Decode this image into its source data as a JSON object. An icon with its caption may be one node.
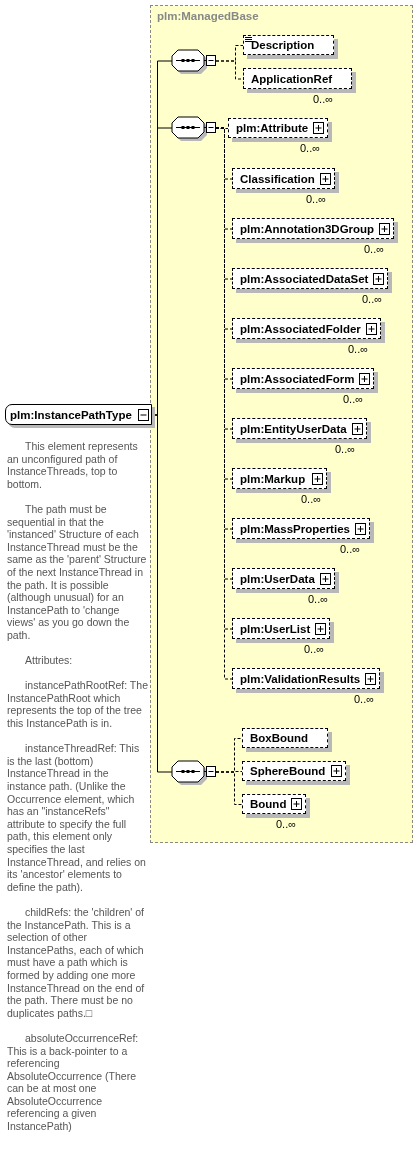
{
  "diagram": {
    "nodes": [
      {
        "text": [
          "plm:InstancePathType"
        ],
        "beside": [
          "This element represents an unconfigured path of InstanceThreads, top to bottom.",
          "The path must be sequential in that the 'instanced' Structure of each InstanceThread must be the same as the 'parent' Structure of the next InstanceThread in the path. It is possible (although unusual) for an InstancePath to 'change views' as you go down the path.",
          "Attributes:",
          "instancePathRootRef: The InstancePathRoot which represents the top of the tree this InstancePath is in.",
          "instanceThreadRef: This is the last (bottom) InstanceThread in the instance path. (Unlike the Occurrence element, which has an \"instanceRefs\" attribute to specify the full path, this element only specifies the last InstanceThread, and relies on its 'ancestor' elements to define the path).",
          "childRefs: the 'children' of the InstancePath. This is a selection of other InstancePaths, each of which must have a path which is formed by adding one more InstanceThread on the end of the path. There must be no duplicates paths.□",
          "absoluteOccurrenceRef: This is a back-pointer to a referencing AbsoluteOccurrence (There can be at most one AbsoluteOccurrence referencing a given InstancePath)"
        ]
      },
      {
        "text": [
          "plm:ManagedBase"
        ]
      },
      {
        "text": [],
        "shape": "octagon",
        "in": 1
      },
      {
        "text": [
          "Description"
        ],
        "in": 1
      },
      {
        "text": [
          "ApplicationRef"
        ],
        "in": 1,
        "beside": [
          "0..∞"
        ]
      },
      {
        "text": [],
        "shape": "octagon",
        "in": 1
      },
      {
        "text": [
          "plm:Attribute"
        ],
        "in": 1,
        "beside": [
          "0..∞"
        ]
      },
      {
        "text": [
          "Classification"
        ],
        "in": 1,
        "beside": [
          "0..∞"
        ]
      },
      {
        "text": [
          "plm:Annotation3DGroup"
        ],
        "in": 1,
        "beside": [
          "0..∞"
        ]
      },
      {
        "text": [
          "plm:AssociatedDataSet"
        ],
        "in": 1,
        "beside": [
          "0..∞"
        ]
      },
      {
        "text": [
          "plm:AssociatedFolder"
        ],
        "in": 1,
        "beside": [
          "0..∞"
        ]
      },
      {
        "text": [
          "plm:AssociatedForm"
        ],
        "in": 1,
        "beside": [
          "0..∞"
        ]
      },
      {
        "text": [
          "plm:EntityUserData"
        ],
        "in": 1,
        "beside": [
          "0..∞"
        ]
      },
      {
        "text": [
          "plm:Markup"
        ],
        "in": 1,
        "beside": [
          "0..∞"
        ]
      },
      {
        "text": [
          "plm:MassProperties"
        ],
        "in": 1,
        "beside": [
          "0..∞"
        ]
      },
      {
        "text": [
          "plm:UserData"
        ],
        "in": 1,
        "beside": [
          "0..∞"
        ]
      },
      {
        "text": [
          "plm:UserList"
        ],
        "in": 1,
        "beside": [
          "0..∞"
        ]
      },
      {
        "text": [
          "plm:ValidationResults"
        ],
        "in": 1,
        "beside": [
          "0..∞"
        ]
      },
      {
        "text": [],
        "shape": "octagon",
        "in": 1
      },
      {
        "text": [
          "BoxBound"
        ],
        "in": 1
      },
      {
        "text": [
          "SphereBound"
        ],
        "in": 1
      },
      {
        "text": [
          "Bound"
        ],
        "in": 1,
        "beside": [
          "0..∞"
        ]
      }
    ],
    "edges": [
      {
        "from": 0,
        "to": 2,
        "arrow": "none"
      },
      {
        "from": 0,
        "to": 5,
        "arrow": "none"
      },
      {
        "from": 0,
        "to": 18,
        "arrow": "none"
      },
      {
        "from": 2,
        "to": 3,
        "arrow": "none",
        "style": "dashed"
      },
      {
        "from": 2,
        "to": 4,
        "arrow": "none",
        "style": "dashed"
      },
      {
        "from": 5,
        "to": 6,
        "arrow": "none",
        "style": "dashed"
      },
      {
        "from": 5,
        "to": 7,
        "arrow": "none",
        "style": "dashed"
      },
      {
        "from": 5,
        "to": 8,
        "arrow": "none",
        "style": "dashed"
      },
      {
        "from": 5,
        "to": 9,
        "arrow": "none",
        "style": "dashed"
      },
      {
        "from": 5,
        "to": 10,
        "arrow": "none",
        "style": "dashed"
      },
      {
        "from": 5,
        "to": 11,
        "arrow": "none",
        "style": "dashed"
      },
      {
        "from": 5,
        "to": 12,
        "arrow": "none",
        "style": "dashed"
      },
      {
        "from": 5,
        "to": 13,
        "arrow": "none",
        "style": "dashed"
      },
      {
        "from": 5,
        "to": 14,
        "arrow": "none",
        "style": "dashed"
      },
      {
        "from": 5,
        "to": 15,
        "arrow": "none",
        "style": "dashed"
      },
      {
        "from": 5,
        "to": 16,
        "arrow": "none",
        "style": "dashed"
      },
      {
        "from": 5,
        "to": 17,
        "arrow": "none",
        "style": "dashed"
      },
      {
        "from": 18,
        "to": 19,
        "arrow": "none",
        "style": "dashed"
      },
      {
        "from": 18,
        "to": 20,
        "arrow": "none",
        "style": "dashed"
      },
      {
        "from": 18,
        "to": 21,
        "arrow": "none",
        "style": "dashed"
      }
    ]
  }
}
